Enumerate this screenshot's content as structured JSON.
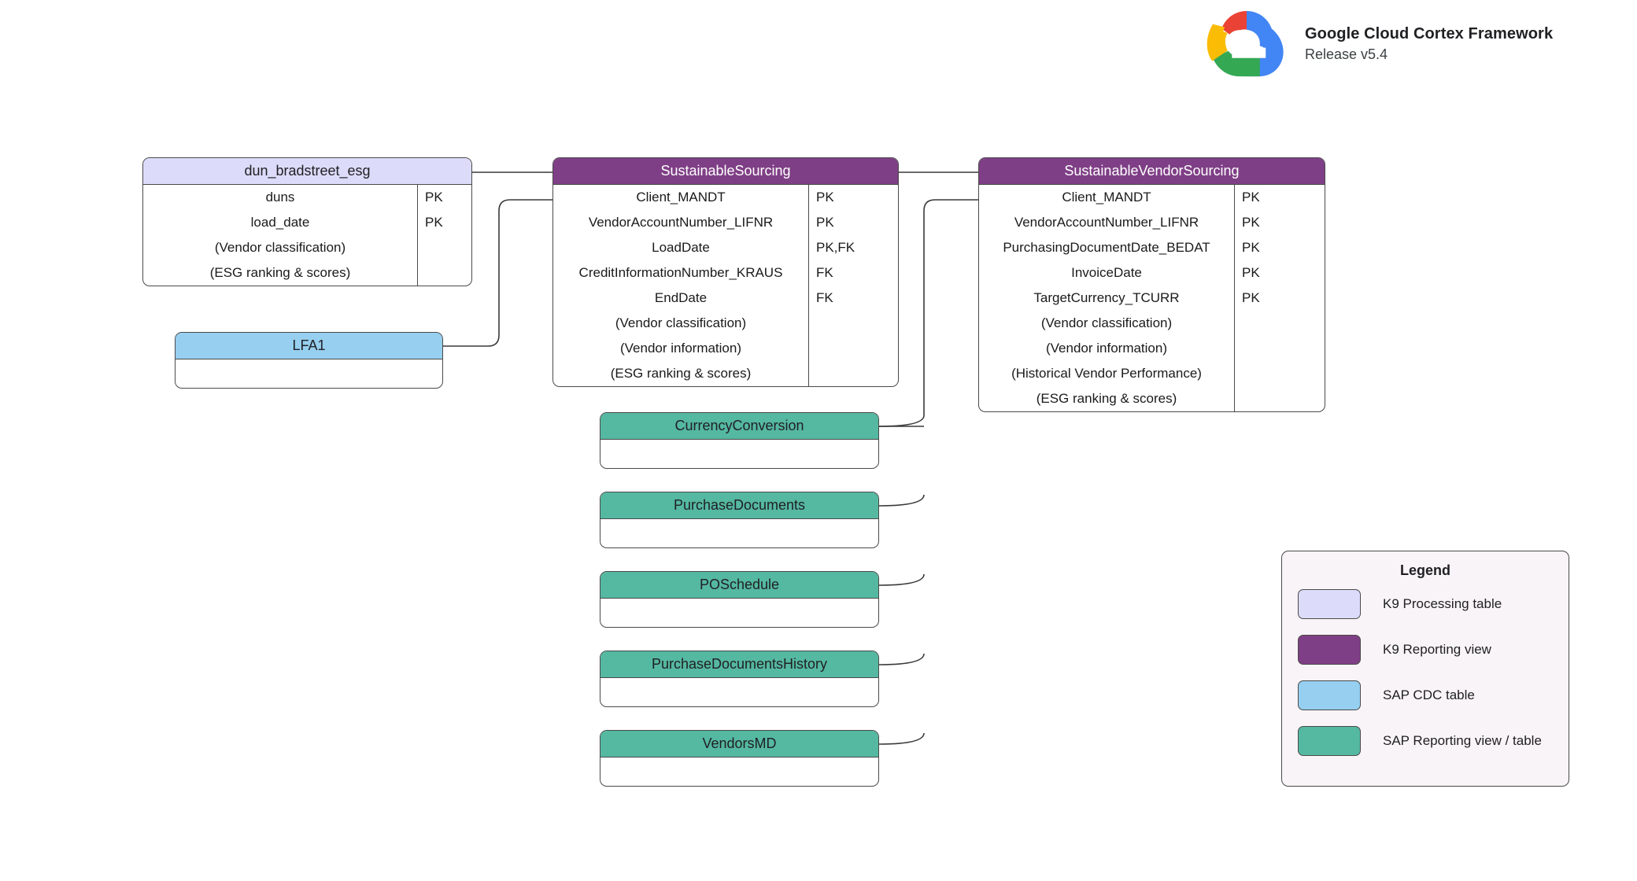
{
  "brand": {
    "logo_icon": "google-cloud-logo",
    "title": "Google Cloud Cortex Framework",
    "release": "Release v5.4"
  },
  "diagram": {
    "entities": [
      {
        "id": "dun_bradstreet_esg",
        "name": "dun_bradstreet_esg",
        "type": "K9 Processing table",
        "fields": [
          {
            "name": "duns",
            "key": "PK"
          },
          {
            "name": "load_date",
            "key": "PK"
          },
          {
            "name": "(Vendor classification)",
            "key": ""
          },
          {
            "name": "(ESG ranking & scores)",
            "key": ""
          }
        ]
      },
      {
        "id": "lfa1",
        "name": "LFA1",
        "type": "SAP CDC table",
        "fields": []
      },
      {
        "id": "sustainable_sourcing",
        "name": "SustainableSourcing",
        "type": "K9 Reporting view",
        "fields": [
          {
            "name": "Client_MANDT",
            "key": "PK"
          },
          {
            "name": "VendorAccountNumber_LIFNR",
            "key": "PK"
          },
          {
            "name": "LoadDate",
            "key": "PK,FK"
          },
          {
            "name": "CreditInformationNumber_KRAUS",
            "key": "FK"
          },
          {
            "name": "EndDate",
            "key": "FK"
          },
          {
            "name": "(Vendor classification)",
            "key": ""
          },
          {
            "name": "(Vendor information)",
            "key": ""
          },
          {
            "name": "(ESG ranking & scores)",
            "key": ""
          }
        ]
      },
      {
        "id": "sustainable_vendor_sourcing",
        "name": "SustainableVendorSourcing",
        "type": "K9 Reporting view",
        "fields": [
          {
            "name": "Client_MANDT",
            "key": "PK"
          },
          {
            "name": "VendorAccountNumber_LIFNR",
            "key": "PK"
          },
          {
            "name": "PurchasingDocumentDate_BEDAT",
            "key": "PK"
          },
          {
            "name": "InvoiceDate",
            "key": "PK"
          },
          {
            "name": "TargetCurrency_TCURR",
            "key": "PK"
          },
          {
            "name": "(Vendor classification)",
            "key": ""
          },
          {
            "name": "(Vendor information)",
            "key": ""
          },
          {
            "name": "(Historical Vendor Performance)",
            "key": ""
          },
          {
            "name": "(ESG ranking & scores)",
            "key": ""
          }
        ]
      },
      {
        "id": "currency_conversion",
        "name": "CurrencyConversion",
        "type": "SAP Reporting view / table",
        "fields": []
      },
      {
        "id": "purchase_documents",
        "name": "PurchaseDocuments",
        "type": "SAP Reporting view / table",
        "fields": []
      },
      {
        "id": "po_schedule",
        "name": "POSchedule",
        "type": "SAP Reporting view / table",
        "fields": []
      },
      {
        "id": "purchase_documents_history",
        "name": "PurchaseDocumentsHistory",
        "type": "SAP Reporting view / table",
        "fields": []
      },
      {
        "id": "vendors_md",
        "name": "VendorsMD",
        "type": "SAP Reporting view / table",
        "fields": []
      }
    ]
  },
  "legend": {
    "title": "Legend",
    "items": [
      {
        "label": "K9 Processing table",
        "color": "#dcdcfa"
      },
      {
        "label": "K9 Reporting view",
        "color": "#7f3f86"
      },
      {
        "label": "SAP CDC table",
        "color": "#96cff0"
      },
      {
        "label": "SAP Reporting view / table",
        "color": "#55b8a1"
      }
    ]
  },
  "colors": {
    "k9_processing": "#dcdcfa",
    "k9_reporting": "#7f3f86",
    "sap_cdc": "#96cff0",
    "sap_reporting": "#55b8a1",
    "border": "#4a4a4a",
    "legend_bg": "#f9f4f7"
  }
}
